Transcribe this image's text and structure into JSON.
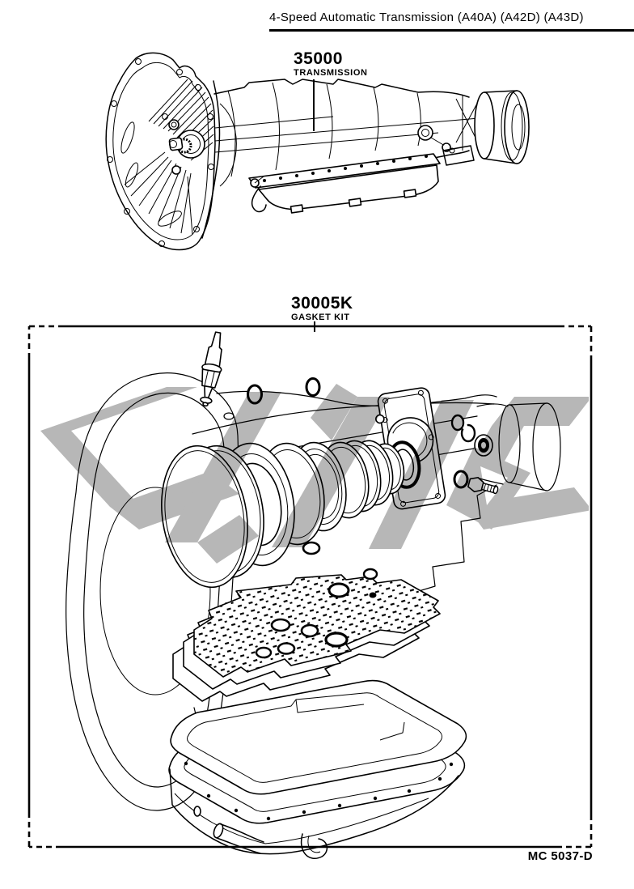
{
  "title": "4-Speed Automatic Transmission (A40A) (A42D) (A43D)",
  "parts": {
    "transmission": {
      "number": "35000",
      "name": "TRANSMISSION"
    },
    "gasket_kit": {
      "number": "30005K",
      "name": "GASKET KIT"
    }
  },
  "drawing_code": "MC 5037-D",
  "colors": {
    "ink": "#000000",
    "paper": "#ffffff",
    "watermark": "#b7b7b7"
  }
}
